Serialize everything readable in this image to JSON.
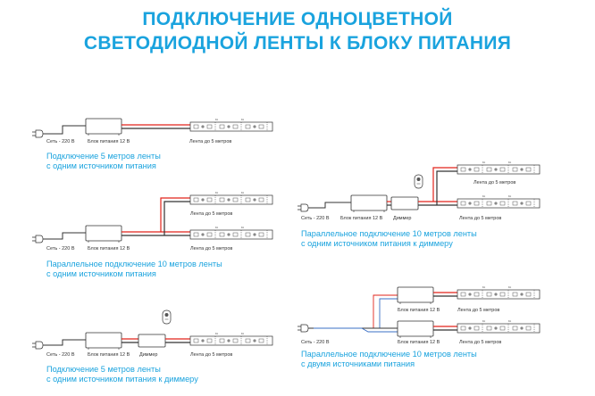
{
  "title": {
    "line1": "ПОДКЛЮЧЕНИЕ ОДНОЦВЕТНОЙ",
    "line2": "СВЕТОДИОДНОЙ ЛЕНТЫ К БЛОКУ ПИТАНИЯ"
  },
  "labels": {
    "mains": "Сеть - 220 В",
    "psu": "Блок питания 12 В",
    "strip": "Лента до 5 метров",
    "dimmer": "Диммер"
  },
  "captions": {
    "d1": {
      "line1": "Подключение 5 метров ленты",
      "line2": "с одним источником питания"
    },
    "d2": {
      "line1": "Параллельное подключение 10 метров ленты",
      "line2": "с одним источником питания"
    },
    "d3": {
      "line1": "Подключение 5 метров ленты",
      "line2": "с одним источником питания к диммеру"
    },
    "d4": {
      "line1": "Параллельное подключение 10 метров ленты",
      "line2": "с одним источником питания к диммеру"
    },
    "d5": {
      "line1": "Параллельное подключение 10 метров ленты",
      "line2": "с двумя источниками питания"
    }
  },
  "colors": {
    "accent": "#1aa3de",
    "wire_positive": "#e2231a",
    "wire_negative": "#333333",
    "wire_mains": "#3a6fc4"
  }
}
